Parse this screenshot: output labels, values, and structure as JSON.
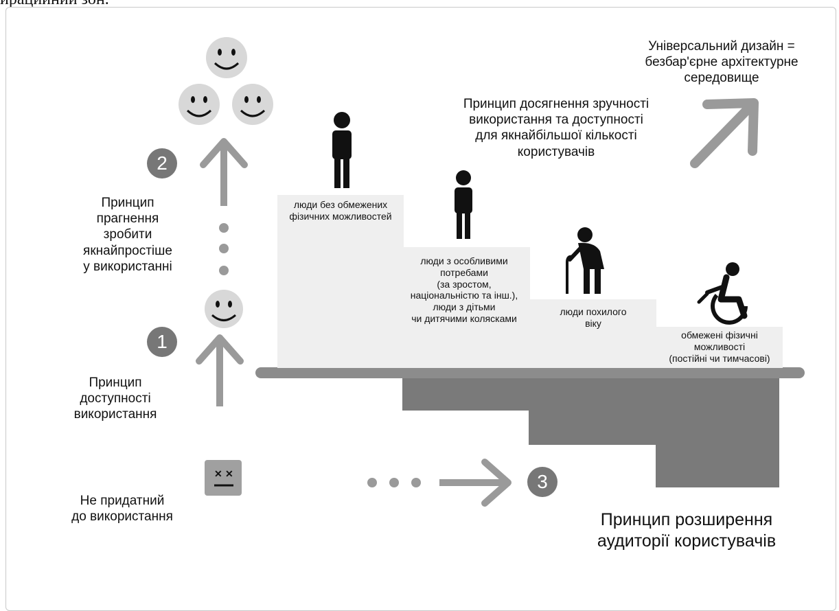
{
  "cropped_top_text": "ирацийний зон.",
  "badges": {
    "one": "1",
    "two": "2",
    "three": "3"
  },
  "principles": {
    "accessibility": "Принцип\nдоступності\nвикористання",
    "simplicity": "Принцип\nпрагнення зробити\nякнайпростіше\nу використанні",
    "convenience": "Принцип досягнення зручності\nвикористання та доступності\nдля якнайбільшої кількості\nкористувачів",
    "audience": "Принцип розширення\nаудиторії користувачів"
  },
  "unusable": "Не придатний\nдо використання",
  "universal_design": "Універсальний дизайн =\nбезбар'єрне архітектурне\nсередовище",
  "groups": [
    {
      "label": "люди без обмежених\nфізичних можливостей",
      "icon": "standing-person-icon"
    },
    {
      "label": "люди з особливими\nпотребами\n(за зростом,\nнаціональністю та інш.),\nлюди з дітьми\nчи дитячими колясками",
      "icon": "standing-person-icon"
    },
    {
      "label": "люди похилого\nвіку",
      "icon": "elderly-person-with-cane-icon"
    },
    {
      "label": "обмежені фізичні\nможливості\n(постійні чи тимчасові)",
      "icon": "wheelchair-user-icon"
    }
  ],
  "colors": {
    "arrow": "#9a9a9a",
    "badge": "#777777",
    "step_light": "#efefef",
    "step_dark": "#7a7a7a",
    "face": "#d8d8d8"
  }
}
